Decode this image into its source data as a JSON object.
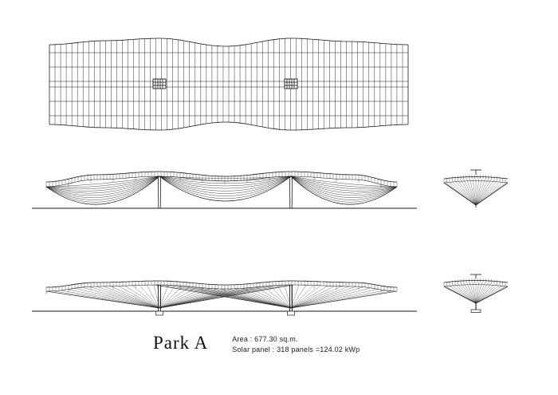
{
  "title": "Park A",
  "specs": {
    "area": "Area : 677.30 sq.m.",
    "solar": "Solar panel : 318 panels =124.02 kWp"
  },
  "colors": {
    "ink": "#1a1a1a",
    "background": "#ffffff"
  }
}
